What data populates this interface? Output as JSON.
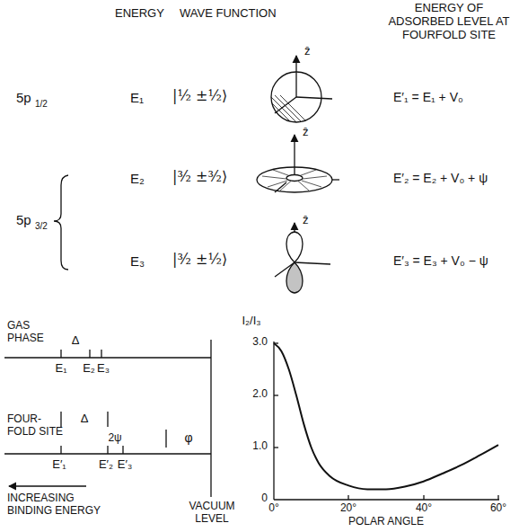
{
  "diagram": {
    "labels": [
      "ENERGY",
      "WAVE FUNCTION",
      "ENERGY OF ADSORBED LEVEL AT FOURFOLD SITE",
      "5p",
      "1/2",
      "E₁",
      "|½ ±½⟩",
      "ẑ",
      "E′₁ = E₁ + V₀",
      "5p",
      "3/2",
      "E₂",
      "|³⁄₂ ±³⁄₂⟩",
      "ẑ",
      "E′₂ = E₂ + V₀ + ψ",
      "E₃",
      "|³⁄₂ ±½⟩",
      "ẑ",
      "E′₃ = E₃ + V₀ − ψ",
      "GAS PHASE",
      "Δ",
      "E₁",
      "E₂",
      "E₃",
      "FOUR- FOLD SITE",
      "Δ",
      "2ψ",
      "φ",
      "E′₁",
      "E′₂",
      "E′₃",
      "INCREASING BINDING ENERGY",
      "VACUUM LEVEL",
      "I₂/I₃",
      "3.0",
      "2.0",
      "1.0",
      "0",
      "0°",
      "20°",
      "40°",
      "60°",
      "POLAR ANGLE"
    ]
  }
}
